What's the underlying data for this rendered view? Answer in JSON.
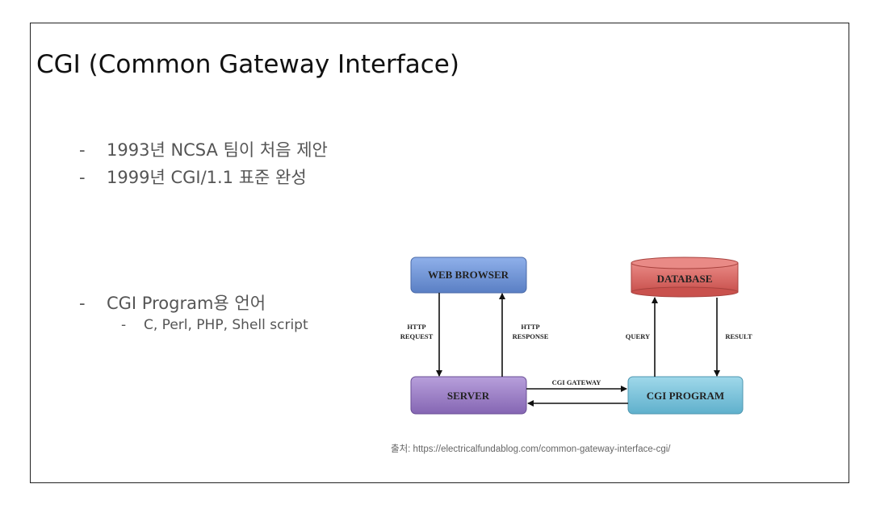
{
  "slide": {
    "title": "CGI (Common Gateway Interface)",
    "bullets_top": [
      {
        "dash": "-",
        "text": "1993년 NCSA 팀이 처음 제안"
      },
      {
        "dash": "-",
        "text": "1999년 CGI/1.1 표준 완성"
      }
    ],
    "bullet_lang": {
      "dash": "-",
      "text": "CGI Program용 언어"
    },
    "sub_bullet": {
      "dash": "-",
      "text": "C, Perl, PHP, Shell script"
    }
  },
  "diagram": {
    "nodes": {
      "web_browser": "WEB BROWSER",
      "database": "DATABASE",
      "server": "SERVER",
      "cgi_program": "CGI PROGRAM"
    },
    "edges": {
      "http_request_1": "HTTP",
      "http_request_2": "REQUEST",
      "http_response_1": "HTTP",
      "http_response_2": "RESPONSE",
      "query": "QUERY",
      "result": "RESULT",
      "cgi_gateway": "CGI GATEWAY"
    },
    "colors": {
      "web_browser": "#6f93d6",
      "database": "#d9625e",
      "server": "#9b7cc3",
      "cgi_program": "#74bfd8"
    }
  },
  "caption": "출처: https://electricalfundablog.com/common-gateway-interface-cgi/"
}
